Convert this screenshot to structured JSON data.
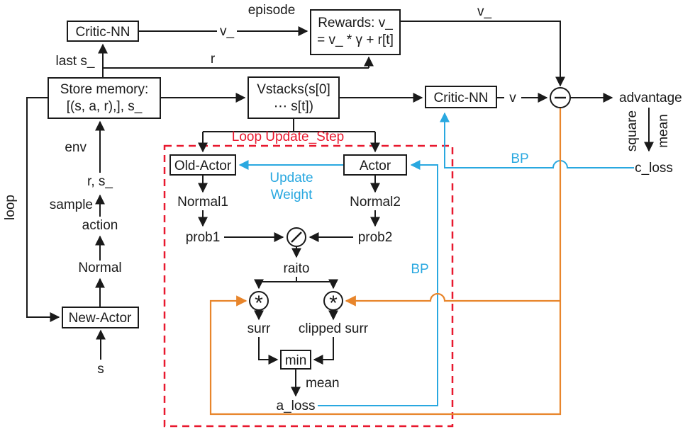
{
  "colors": {
    "ink": "#1a1a1a",
    "cyan": "#29a8e0",
    "orange": "#e8852b",
    "red": "#e8182e",
    "box_fill": "#ffffff"
  },
  "boxes": {
    "critic_top": "Critic-NN",
    "rewards_line1": "Rewards: v_",
    "rewards_line2": "= v_ * γ + r[t]",
    "store_line1": "Store memory:",
    "store_line2": "[(s, a, r),], s_",
    "vstacks_line1": "Vstacks(s[0]",
    "vstacks_line2": "⋯ s[t])",
    "critic_right": "Critic-NN",
    "old_actor": "Old-Actor",
    "actor": "Actor",
    "new_actor": "New-Actor",
    "min": "min"
  },
  "labels": {
    "episode": "episode",
    "v_underscore_mid": "v_",
    "v_underscore_top": "v_",
    "last_s": "last s_",
    "r": "r",
    "v": "v",
    "advantage": "advantage",
    "square": "square",
    "mean_right": "mean",
    "c_loss": "c_loss",
    "bp_top": "BP",
    "bp_bottom": "BP",
    "loop_update_step": "Loop Update_Step",
    "update": "Update",
    "weight": "Weight",
    "normal1": "Normal1",
    "normal2": "Normal2",
    "prob1": "prob1",
    "prob2": "prob2",
    "raito": "raito",
    "surr": "surr",
    "clipped_surr": "clipped surr",
    "mean_bottom": "mean",
    "a_loss": "a_loss",
    "env": "env",
    "r_s": "r, s_",
    "sample": "sample",
    "action": "action",
    "normal": "Normal",
    "loop": "loop",
    "s": "s"
  },
  "operators": {
    "multiply": "*"
  }
}
